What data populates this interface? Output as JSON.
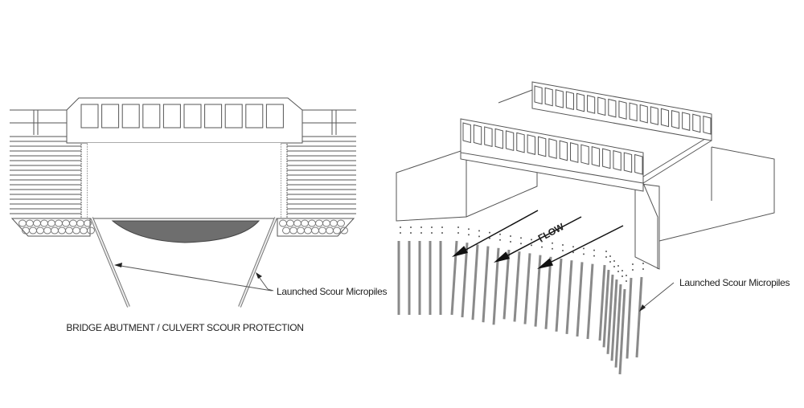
{
  "left_diagram": {
    "title": "BRIDGE ABUTMENT / CULVERT SCOUR PROTECTION",
    "callout": "Launched Scour Micropiles"
  },
  "right_diagram": {
    "flow_label": "FLOW",
    "callout": "Launched Scour Micropiles"
  },
  "colors": {
    "line": "#555555",
    "scour": "#6e6e6e",
    "pile": "#9a9a9a"
  }
}
